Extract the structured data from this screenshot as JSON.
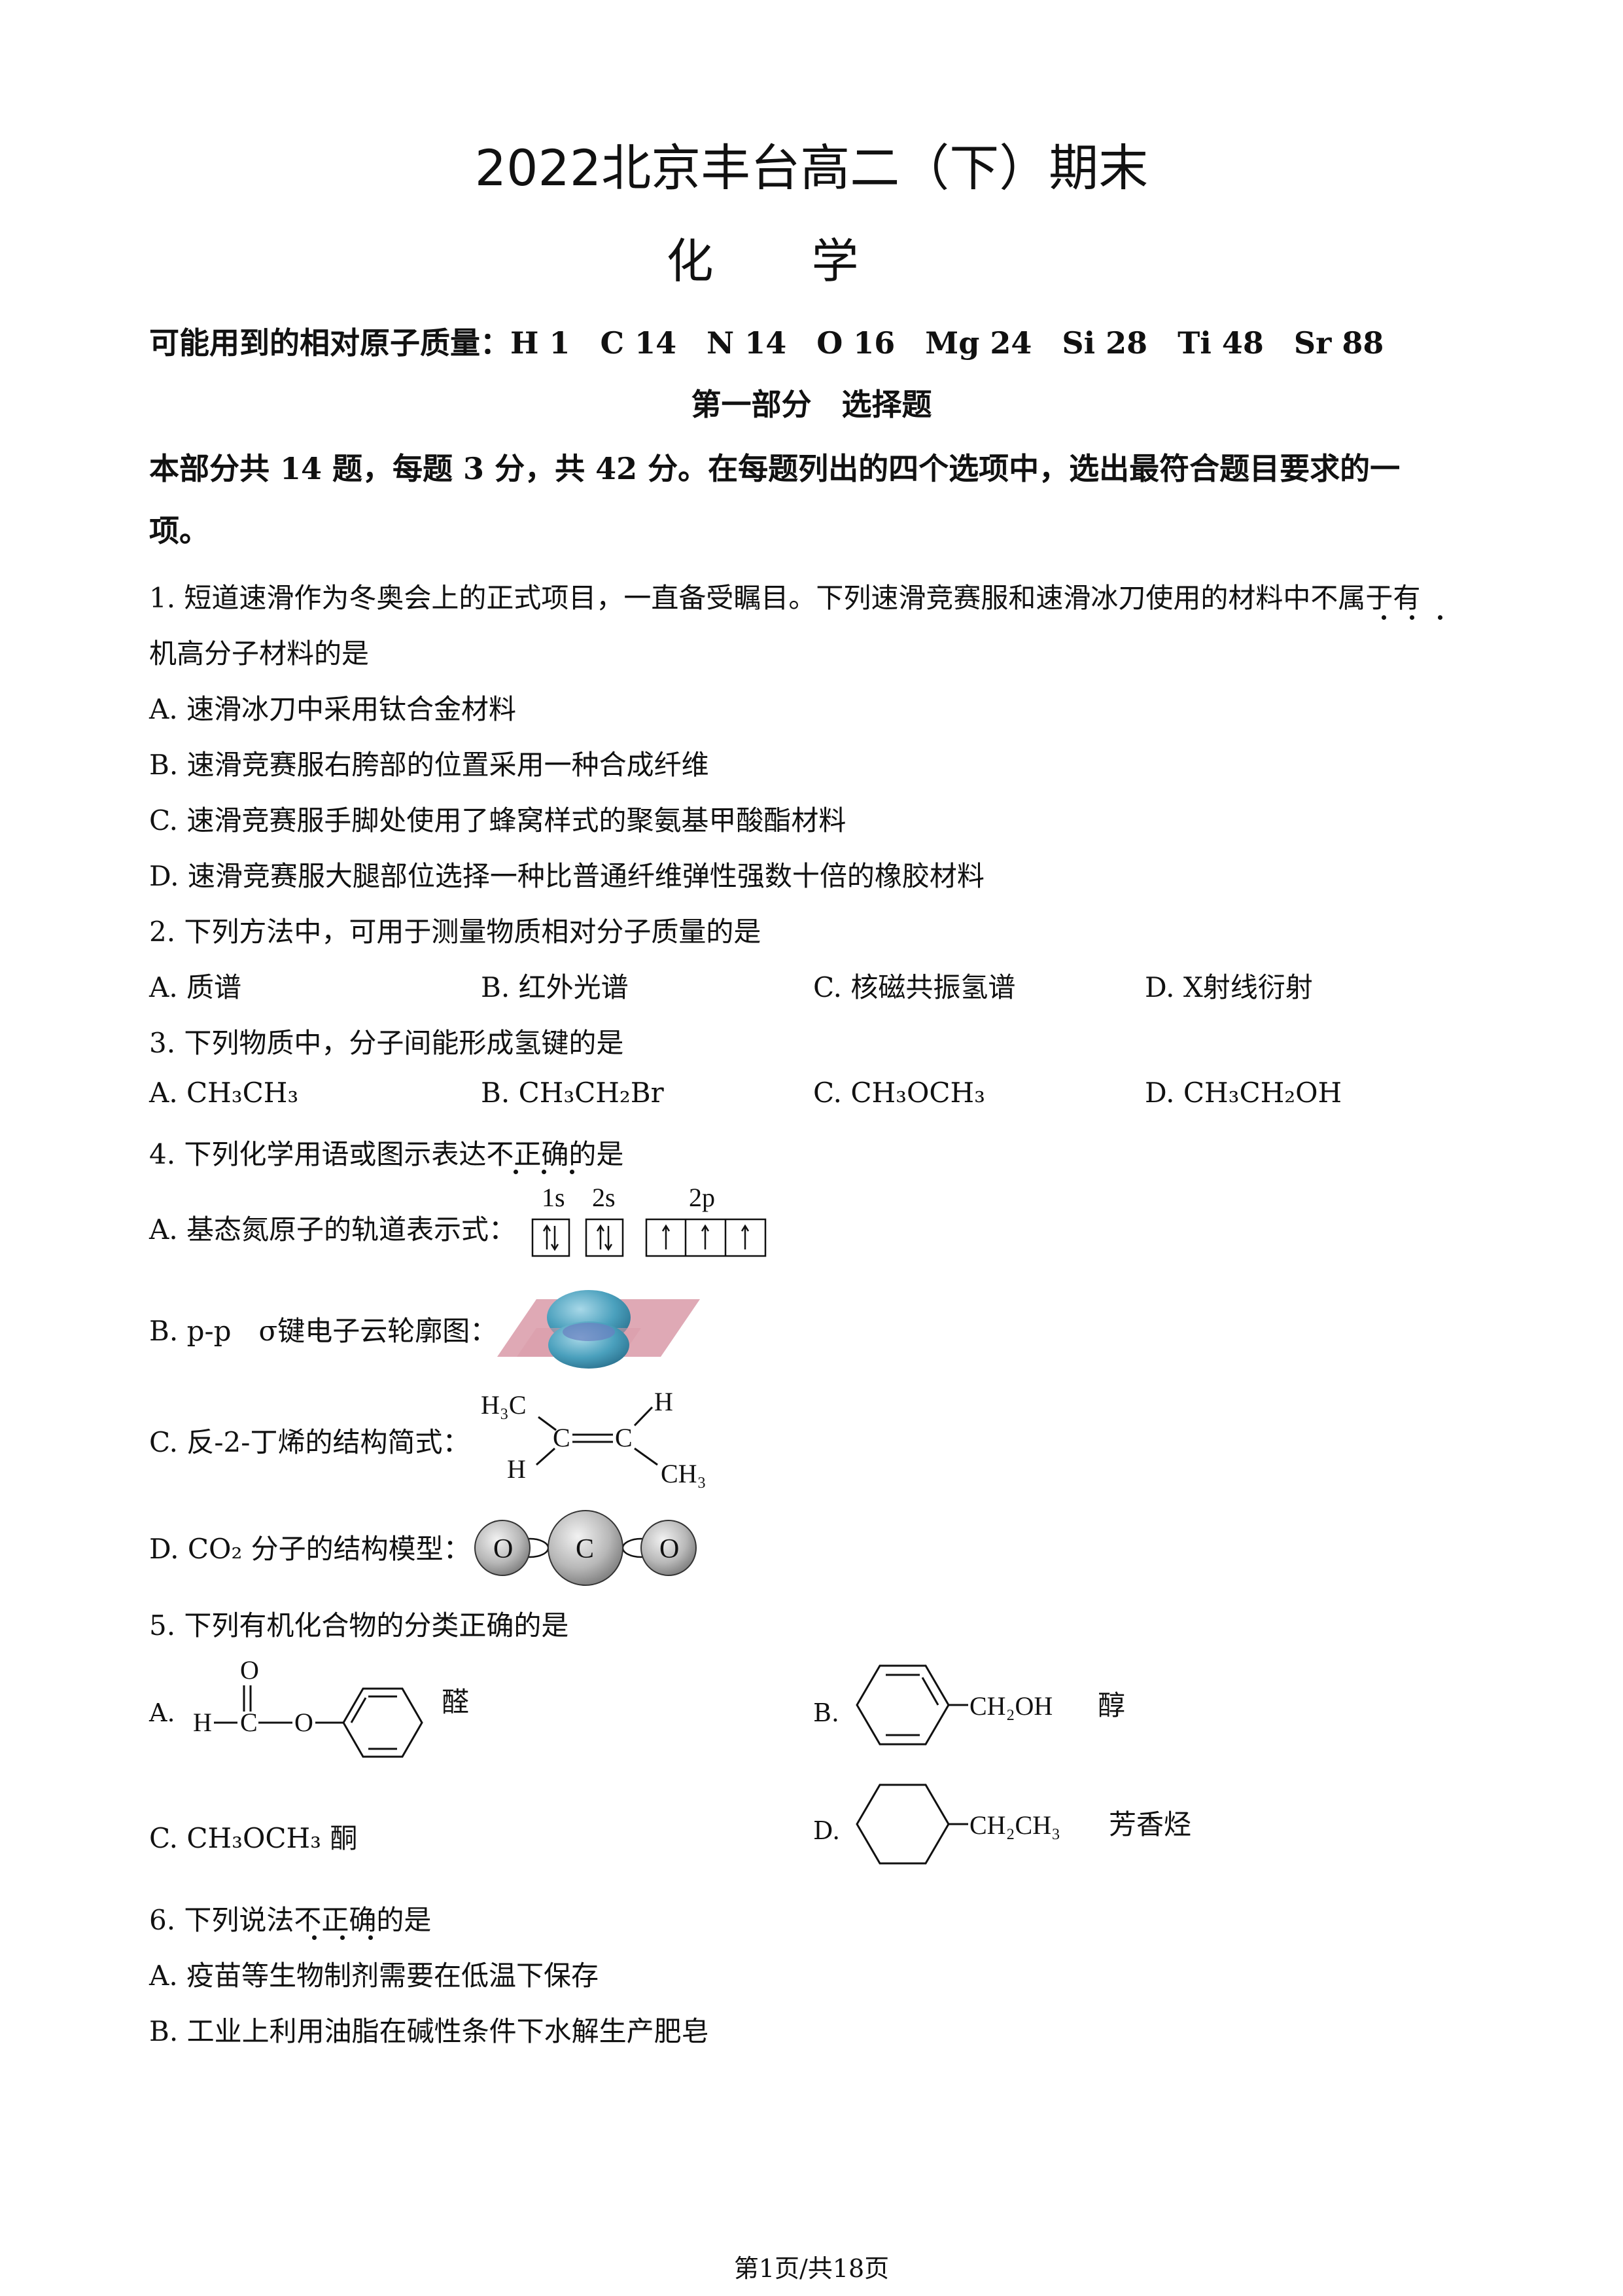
{
  "header": {
    "title": "2022北京丰台高二（下）期末",
    "subject": "化学"
  },
  "atomic_masses": "可能用到的相对原子质量：H 1　C 14　N 14　O 16　Mg 24　Si 28　Ti 48　Sr 88",
  "part1": {
    "heading": "第一部分　选择题",
    "instruction_line1": "本部分共 14 题，每题 3 分，共 42 分。在每题列出的四个选项中，选出最符合题目要求的一",
    "instruction_line2": "项。"
  },
  "q1": {
    "stem_line1": "1. 短道速滑作为冬奥会上的正式项目，一直备受瞩目。下列速滑竞赛服和速滑冰刀使用的材料中不属于有",
    "stem_line2": "机高分子材料的是",
    "options": [
      "A. 速滑冰刀中采用钛合金材料",
      "B. 速滑竞赛服右胯部的位置采用一种合成纤维",
      "C. 速滑竞赛服手脚处使用了蜂窝样式的聚氨基甲酸酯材料",
      "D. 速滑竞赛服大腿部位选择一种比普通纤维弹性强数十倍的橡胶材料"
    ]
  },
  "q2": {
    "stem": "2. 下列方法中，可用于测量物质相对分子质量的是",
    "options": [
      "A.  质谱",
      "B.  红外光谱",
      "C.  核磁共振氢谱",
      "D.  X射线衍射"
    ]
  },
  "q3": {
    "stem": "3. 下列物质中，分子间能形成氢键的是",
    "options": [
      "A.  CH₃CH₃",
      "B.  CH₃CH₂Br",
      "C.  CH₃OCH₃",
      "D.  CH₃CH₂OH"
    ]
  },
  "q4": {
    "stem": "4. 下列化学用语或图示表达不正确的是",
    "optA": "A. 基态氮原子的轨道表示式：",
    "orbital_labels": [
      "1s",
      "2s",
      "2p"
    ],
    "optB": "B. p-p　σ键电子云轮廓图：",
    "optC": "C. 反-2-丁烯的结构简式：",
    "optD": "D. CO₂ 分子的结构模型：",
    "struct_c": {
      "h3c": "H₃C",
      "c1": "C",
      "c2": "C",
      "h_top": "H",
      "h_bottom": "H",
      "ch3": "CH₃"
    },
    "co2_atoms": [
      "O",
      "C",
      "O"
    ]
  },
  "q5": {
    "stem": "5. 下列有机化合物的分类正确的是",
    "optA_label": "A.",
    "optA_struct": {
      "o_top": "O",
      "h": "H",
      "c": "C",
      "o": "O"
    },
    "optA_class": "醛",
    "optB_label": "B.",
    "optB_group": "CH₂OH",
    "optB_class": "醇",
    "optC": "C.  CH₃OCH₃ 酮",
    "optD_label": "D.",
    "optD_group": "CH₂CH₃",
    "optD_class": "芳香烃"
  },
  "q6": {
    "stem": "6. 下列说法不正确的是",
    "options": [
      "A.  疫苗等生物制剂需要在低温下保存",
      "B.  工业上利用油脂在碱性条件下水解生产肥皂"
    ]
  },
  "footer": "第1页/共18页"
}
